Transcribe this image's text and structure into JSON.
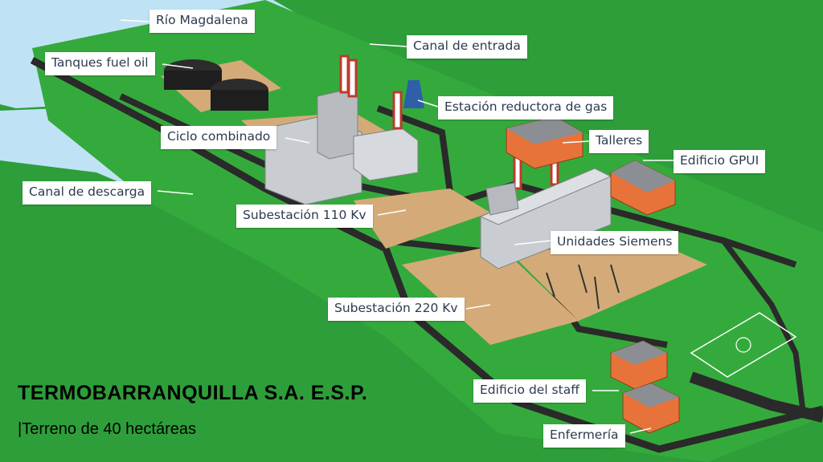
{
  "title": "TERMOBARRANQUILLA S.A. E.S.P.",
  "subtitle": "|Terreno de 40 hectáreas",
  "labels": {
    "rio_magdalena": "Río Magdalena",
    "canal_entrada": "Canal de entrada",
    "tanques_fuel_oil": "Tanques fuel oil",
    "estacion_gas": "Estación reductora de gas",
    "ciclo_combinado": "Ciclo combinado",
    "talleres": "Talleres",
    "edificio_gpui": "Edificio GPUI",
    "canal_descarga": "Canal de descarga",
    "subestacion_110": "Subestación 110 Kv",
    "unidades_siemens": "Unidades Siemens",
    "subestacion_220": "Subestación 220 Kv",
    "edificio_staff": "Edificio del staff",
    "enfermeria": "Enfermería"
  },
  "colors": {
    "grass": "#2e9e3a",
    "water": "#bfe3f5",
    "road": "#2a2a2a",
    "ground": "#d4ab78",
    "building_gray": "#c9ccd0",
    "building_orange": "#e8733a",
    "tank": "#2c2c2c"
  }
}
